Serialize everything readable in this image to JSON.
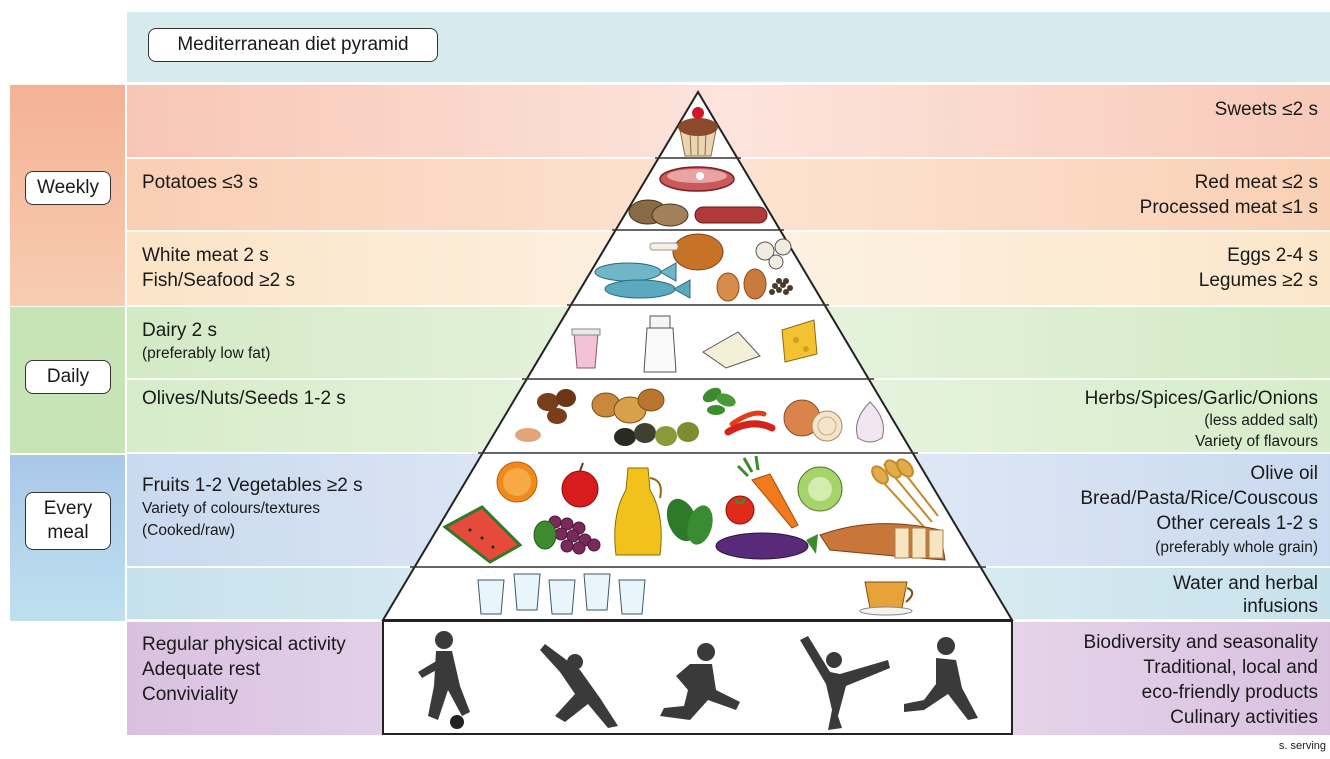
{
  "title": "Mediterranean diet pyramid",
  "frequencies": {
    "weekly": "Weekly",
    "daily": "Daily",
    "every_meal_line1": "Every",
    "every_meal_line2": "meal"
  },
  "tiers": {
    "sweets": {
      "right": [
        "Sweets ≤2 s"
      ]
    },
    "meat": {
      "left": [
        "Potatoes ≤3 s"
      ],
      "right": [
        "Red meat ≤2 s",
        "Processed meat ≤1 s"
      ]
    },
    "protein": {
      "left": [
        "White meat 2 s",
        "Fish/Seafood ≥2 s"
      ],
      "right": [
        "Eggs 2-4 s",
        "Legumes ≥2 s"
      ]
    },
    "dairy": {
      "left": [
        "Dairy 2 s",
        "(preferably low fat)"
      ]
    },
    "olives": {
      "left": [
        "Olives/Nuts/Seeds 1-2 s"
      ],
      "right": [
        "Herbs/Spices/Garlic/Onions",
        "(less added salt)",
        "Variety of flavours"
      ]
    },
    "fruits": {
      "left": [
        "Fruits 1-2 Vegetables ≥2 s",
        "Variety of colours/textures",
        "(Cooked/raw)"
      ],
      "right": [
        "Olive oil",
        "Bread/Pasta/Rice/Couscous",
        "Other cereals 1-2 s",
        "(preferably whole grain)"
      ]
    },
    "water": {
      "right": [
        "Water and herbal",
        "infusions"
      ]
    },
    "lifestyle": {
      "left": [
        "Regular physical activity",
        "Adequate rest",
        "Conviviality"
      ],
      "right": [
        "Biodiversity and seasonality",
        "Traditional, local and",
        "eco-friendly products",
        "Culinary activities"
      ]
    }
  },
  "footnote": "s. serving",
  "colors": {
    "header_band": "#d8ecee",
    "weekly_side": "#f4b89a",
    "daily_side": "#c4e3b4",
    "meal_side": "#a9cde6",
    "sweets_band": "#fad6cc",
    "meat_band": "#fbd9c4",
    "protein_band": "#fcebd3",
    "dairy_band": "#dcefd2",
    "olives_band": "#dcefd2",
    "fruits_band": "#d4e2f2",
    "water_band": "#d4eaf0",
    "lifestyle_band": "#e2d2e8"
  },
  "icons": [
    "cupcake-icon",
    "steak-icon",
    "potatoes-icon",
    "sausage-icon",
    "chicken-leg-icon",
    "mushrooms-icon",
    "fish-icon",
    "eggs-icon",
    "legumes-icon",
    "yogurt-icon",
    "milk-bottle-icon",
    "brie-icon",
    "cheese-icon",
    "nuts-icon",
    "walnut-icon",
    "olives-icon",
    "herbs-icon",
    "chili-icon",
    "onion-icon",
    "garlic-icon",
    "orange-icon",
    "apple-icon",
    "olive-oil-jug-icon",
    "spinach-icon",
    "tomato-icon",
    "carrot-icon",
    "cabbage-icon",
    "wheat-icon",
    "watermelon-icon",
    "grapes-icon",
    "eggplant-icon",
    "bread-icon",
    "water-glass-icon",
    "tea-cup-icon",
    "soccer-player-icon",
    "stretching-person-icon",
    "runner-icon",
    "dancer-icon",
    "jogger-icon"
  ]
}
